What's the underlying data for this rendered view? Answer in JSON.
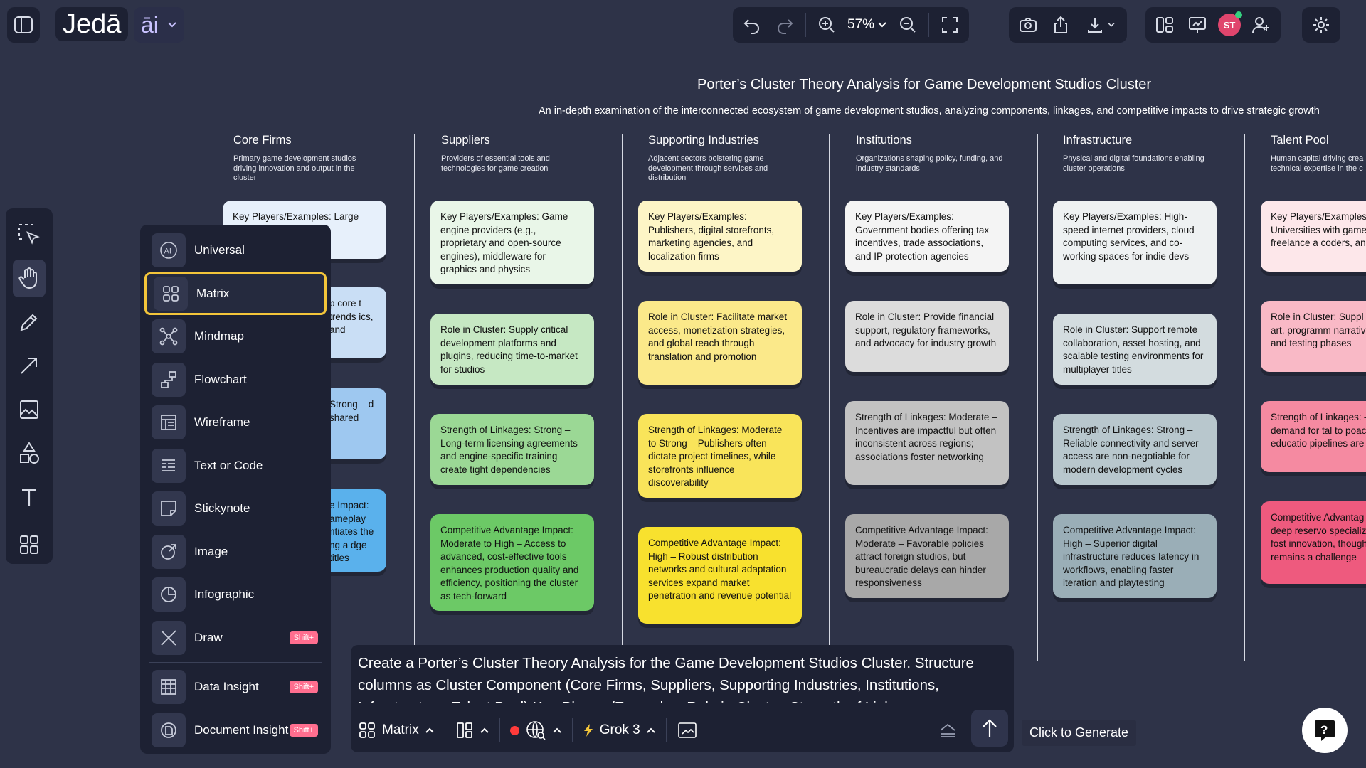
{
  "app": {
    "brand": "Jedā",
    "ai_label": "āi",
    "zoom": "57%",
    "avatar_initials": "ST"
  },
  "canvas": {
    "title": "Porter’s Cluster Theory Analysis for Game Development Studios Cluster",
    "subtitle": "An in-depth examination of the interconnected ecosystem of game development studios, analyzing components, linkages, and competitive impacts to drive strategic growth",
    "columns": [
      {
        "name": "Core Firms",
        "desc": "Primary game development studios driving innovation and output in the cluster"
      },
      {
        "name": "Suppliers",
        "desc": "Providers of essential tools and technologies for game creation"
      },
      {
        "name": "Supporting Industries",
        "desc": "Adjacent sectors bolstering game development through services and distribution"
      },
      {
        "name": "Institutions",
        "desc": "Organizations shaping policy, funding, and industry standards"
      },
      {
        "name": "Infrastructure",
        "desc": "Physical and digital foundations enabling cluster operations"
      },
      {
        "name": "Talent Pool",
        "desc": "Human capital driving crea technical expertise in the c"
      }
    ],
    "cards": {
      "core": [
        "Key Players/Examples: Large developers, tors",
        "p core t trends ics, and",
        "Strong – d shared",
        "e Impact: ameplay ntiates the ng a dge titles"
      ],
      "suppliers": [
        "Key Players/Examples: Game engine providers (e.g., proprietary and open-source engines), middleware for graphics and physics",
        "Role in Cluster: Supply critical development platforms and plugins, reducing time-to-market for studios",
        "Strength of Linkages: Strong – Long-term licensing agreements and engine-specific training create tight dependencies",
        "Competitive Advantage Impact: Moderate to High – Access to advanced, cost-effective tools enhances production quality and efficiency, positioning the cluster as tech-forward"
      ],
      "supporting": [
        "Key Players/Examples: Publishers, digital storefronts, marketing agencies, and localization firms",
        "Role in Cluster: Facilitate market access, monetization strategies, and global reach through translation and promotion",
        "Strength of Linkages: Moderate to Strong – Publishers often dictate project timelines, while storefronts influence discoverability",
        "Competitive Advantage Impact: High – Robust distribution networks and cultural adaptation services expand market penetration and revenue potential"
      ],
      "institutions": [
        "Key Players/Examples: Government bodies offering tax incentives, trade associations, and IP protection agencies",
        "Role in Cluster: Provide financial support, regulatory frameworks, and advocacy for industry growth",
        "Strength of Linkages: Moderate – Incentives are impactful but often inconsistent across regions; associations foster networking",
        "Competitive Advantage Impact: Moderate – Favorable policies attract foreign studios, but bureaucratic delays can hinder responsiveness"
      ],
      "infrastructure": [
        "Key Players/Examples: High-speed internet providers, cloud computing services, and co-working spaces for indie devs",
        "Role in Cluster: Support remote collaboration, asset hosting, and scalable testing environments for multiplayer titles",
        "Strength of Linkages: Strong – Reliable connectivity and server access are non-negotiable for modern development cycles",
        "Competitive Advantage Impact: High – Superior digital infrastructure reduces latency in workflows, enabling faster iteration and playtesting"
      ],
      "talent": [
        "Key Players/Examples Universities with game programs, freelance a coders, and QA tester",
        "Role in Cluster: Suppl labor for art, programm narrative design, and testing phases",
        "Strength of Linkages: – High demand for tal to poaching; educatio pipelines are slow to s",
        "Competitive Advantag High – A deep reservo specialized skills fost innovation, though ret remains a challenge"
      ]
    }
  },
  "menu": {
    "items": [
      {
        "label": "Universal",
        "icon": "ai-icon"
      },
      {
        "label": "Matrix",
        "icon": "matrix-icon"
      },
      {
        "label": "Mindmap",
        "icon": "mindmap-icon"
      },
      {
        "label": "Flowchart",
        "icon": "flowchart-icon"
      },
      {
        "label": "Wireframe",
        "icon": "wireframe-icon"
      },
      {
        "label": "Text or Code",
        "icon": "text-code-icon"
      },
      {
        "label": "Stickynote",
        "icon": "stickynote-icon"
      },
      {
        "label": "Image",
        "icon": "image-icon"
      },
      {
        "label": "Infographic",
        "icon": "infographic-icon"
      },
      {
        "label": "Draw",
        "icon": "draw-icon",
        "badge": "Shift+"
      },
      {
        "label": "Data Insight",
        "icon": "data-insight-icon",
        "badge": "Shift+"
      },
      {
        "label": "Document Insight",
        "icon": "document-insight-icon",
        "badge": "Shift+"
      }
    ]
  },
  "prompt": {
    "text": "Create a Porter’s Cluster Theory Analysis for the Game Development Studios Cluster. Structure columns as Cluster Component (Core Firms, Suppliers, Supporting Industries, Institutions, Infrastructure, Talent Pool) Key Players/Examples, Role in Cluster, Strength of Linkages",
    "mode": "Matrix",
    "model": "Grok 3",
    "tooltip": "Click to Generate"
  },
  "colors": {
    "background": "#2e3348",
    "panel": "#1d2133",
    "selected_outline": "#f3c53a",
    "badge": "#ff6e8f"
  }
}
